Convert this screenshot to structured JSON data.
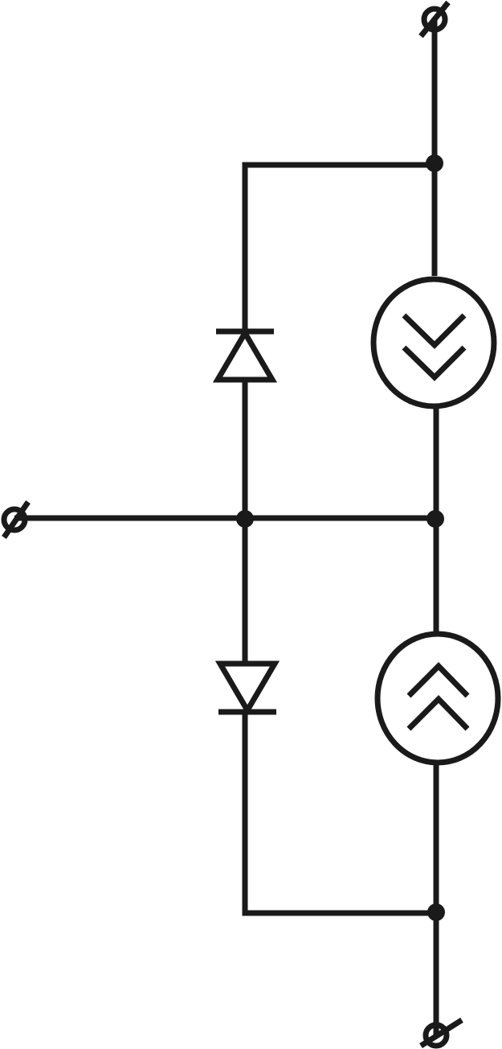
{
  "diagram": {
    "type": "circuit-schematic",
    "colors": {
      "stroke": "#1a1a1a",
      "background": "#ffffff"
    },
    "components": [
      {
        "id": "terminal-top",
        "kind": "terminal"
      },
      {
        "id": "terminal-left",
        "kind": "terminal"
      },
      {
        "id": "terminal-bottom",
        "kind": "terminal"
      },
      {
        "id": "diode-upper",
        "kind": "diode",
        "orientation": "anode-bottom-cathode-top"
      },
      {
        "id": "diode-lower",
        "kind": "diode",
        "orientation": "anode-top-cathode-bottom"
      },
      {
        "id": "current-source-upper",
        "kind": "current-source",
        "direction": "down",
        "icon": "double-chevron-down-icon"
      },
      {
        "id": "current-source-lower",
        "kind": "current-source",
        "direction": "up",
        "icon": "double-chevron-up-icon"
      },
      {
        "id": "junction-top",
        "kind": "junction"
      },
      {
        "id": "junction-middle-left",
        "kind": "junction"
      },
      {
        "id": "junction-middle-right",
        "kind": "junction"
      },
      {
        "id": "junction-bottom",
        "kind": "junction"
      }
    ]
  }
}
